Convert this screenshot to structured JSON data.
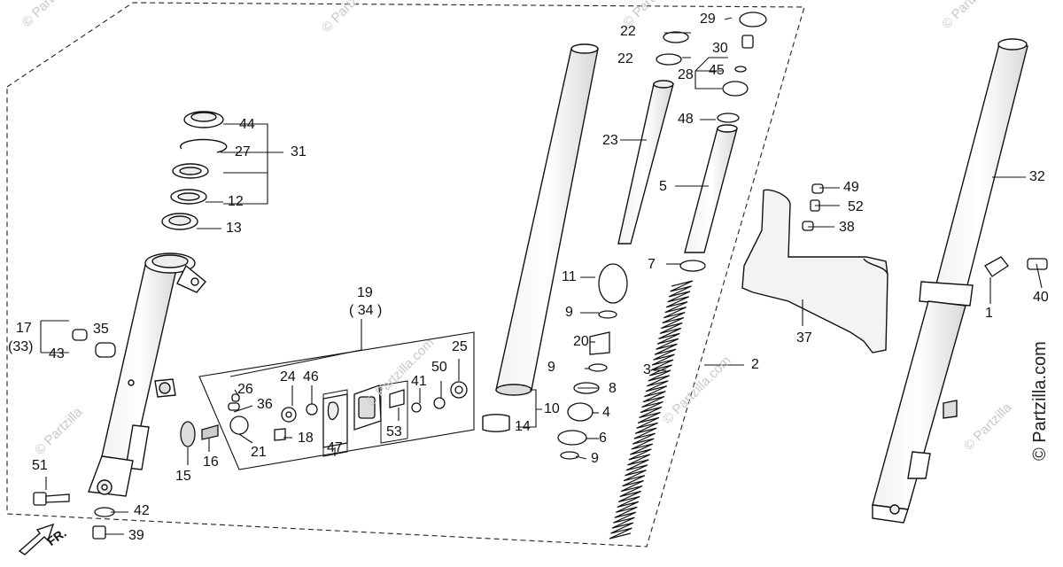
{
  "watermarks": {
    "short": "© Partzilla.com",
    "tag": "© Partzilla"
  },
  "copyright_vertical": "© Partzilla.com",
  "front_arrow_label": "FR.",
  "callouts": {
    "c1": "1",
    "c2": "2",
    "c3": "3",
    "c4": "4",
    "c5": "5",
    "c6": "6",
    "c7": "7",
    "c8": "8",
    "c9a": "9",
    "c9b": "9",
    "c9c": "9",
    "c10": "10",
    "c11": "11",
    "c12": "12",
    "c13": "13",
    "c14": "14",
    "c15": "15",
    "c16": "16",
    "c17": "17",
    "c18": "18",
    "c19": "19",
    "c20": "20",
    "c21": "21",
    "c22a": "22",
    "c22b": "22",
    "c23": "23",
    "c24": "24",
    "c25": "25",
    "c26": "26",
    "c27": "27",
    "c28": "28",
    "c29": "29",
    "c30": "30",
    "c31": "31",
    "c32": "32",
    "c33": "(33)",
    "c34": "( 34 )",
    "c35": "35",
    "c36": "36",
    "c37": "37",
    "c38": "38",
    "c39": "39",
    "c40": "40",
    "c41": "41",
    "c42": "42",
    "c43": "43",
    "c44": "44",
    "c45": "45",
    "c46": "46",
    "c47": "47",
    "c48": "48",
    "c49": "49",
    "c50": "50",
    "c51": "51",
    "c52": "52",
    "c53": "53"
  }
}
